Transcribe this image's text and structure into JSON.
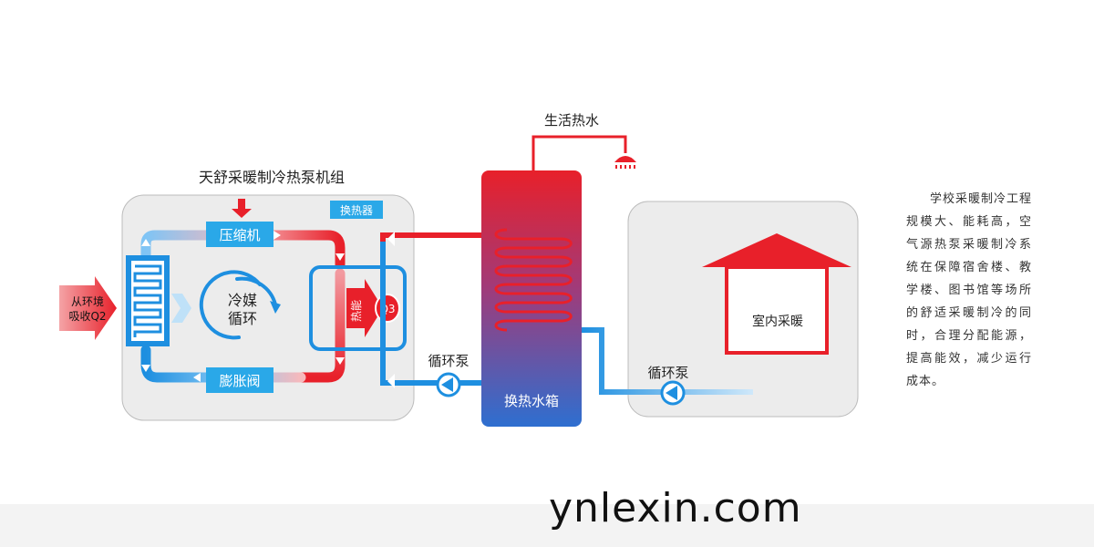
{
  "unit_title": "天舒采暖制冷热泵机组",
  "compressor": "压缩机",
  "exchanger_tag": "换热器",
  "refrigerant_line1": "冷媒",
  "refrigerant_line2": "循环",
  "expansion_valve": "膨胀阀",
  "absorb_line1": "从环境",
  "absorb_line2": "吸收Q2",
  "heat_energy": "热能",
  "q3": "Q3",
  "pump_left": "循环泵",
  "pump_right": "循环泵",
  "hot_water": "生活热水",
  "tank": "换热水箱",
  "indoor": "室内采暖",
  "side_text": "学校采暖制冷工程规模大、能耗高，空气源热泵采暖制冷系统在保障宿舍楼、教学楼、图书馆等场所的舒适采暖制冷的同时，合理分配能源，提高能效，减少运行成本。",
  "watermark": "ynlexin.com",
  "colors": {
    "red": "#e8202a",
    "blue": "#1e8fe0",
    "tag_blue": "#2aa8e8",
    "box_bg": "#ececec"
  }
}
